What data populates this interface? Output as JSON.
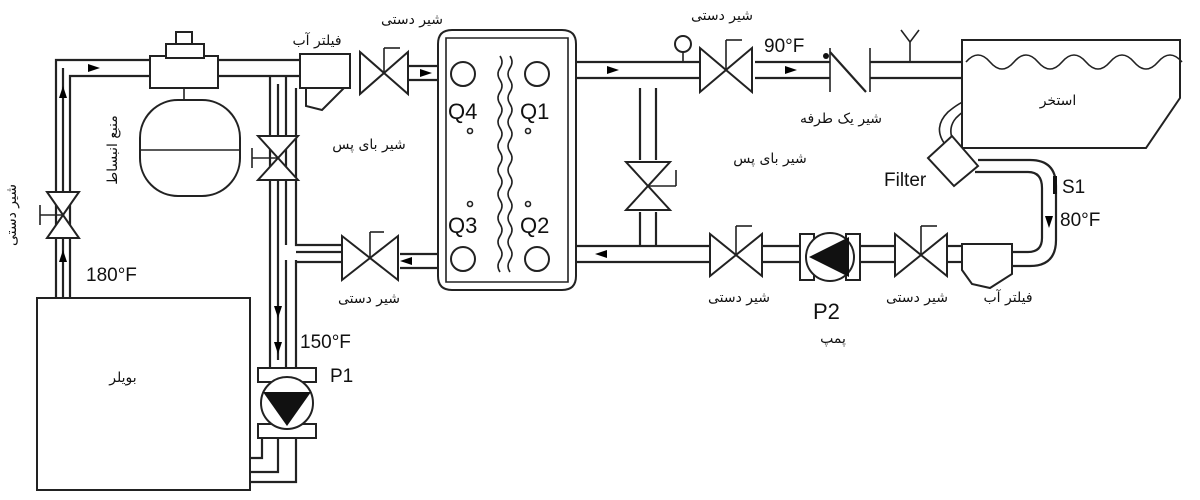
{
  "labels": {
    "boiler": "بویلر",
    "pool": "استخر",
    "expansion_tank": "منبع انبساط",
    "hand_valve_left_vertical": "شیر دستی",
    "water_filter_top": "فیلتر آب",
    "hand_valve_top_left": "شیر دستی",
    "bypass_valve_left": "شیر بای پس",
    "hand_valve_bottom_left": "شیر دستی",
    "hand_valve_top_right": "شیر دستی",
    "check_valve": "شیر یک طرفه",
    "bypass_valve_right": "شیر بای پس",
    "hand_valve_bottom_mid": "شیر دستی",
    "hand_valve_bottom_right": "شیر دستی",
    "water_filter_bottom": "فیلتر آب",
    "pump2_name": "پمپ",
    "filter_en": "Filter",
    "p1": "P1",
    "p2": "P2",
    "s1": "S1",
    "port_q1": "Q1",
    "port_q2": "Q2",
    "port_q3": "Q3",
    "port_q4": "Q4",
    "temp_boiler_out": "180°F",
    "temp_return": "150°F",
    "temp_pool_in": "90°F",
    "temp_pool_out": "80°F"
  }
}
